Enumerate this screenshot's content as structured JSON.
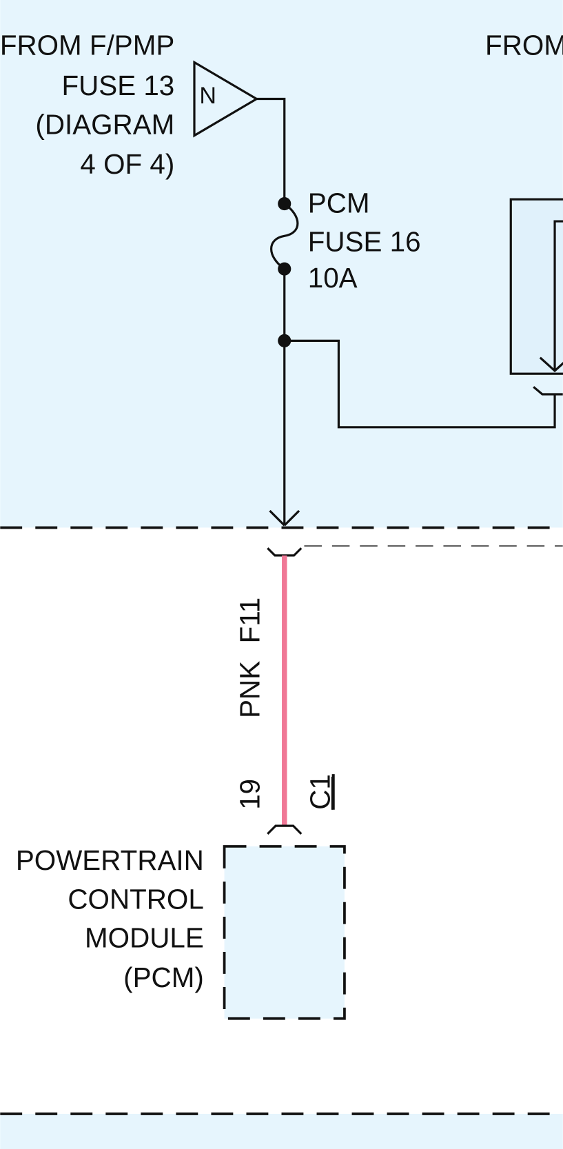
{
  "source": {
    "lines": [
      "FROM F/PMP",
      "FUSE 13",
      "(DIAGRAM",
      "4 OF 4)"
    ],
    "connector_letter": "N"
  },
  "right_source": {
    "label": "FROM"
  },
  "fuse": {
    "lines": [
      "PCM",
      "FUSE 16",
      "10A"
    ]
  },
  "wire": {
    "color_code": "PNK",
    "circuit": "F11",
    "color": "#f07896"
  },
  "pin": {
    "number": "19",
    "connector": "C1"
  },
  "module": {
    "lines": [
      "POWERTRAIN",
      "CONTROL",
      "MODULE",
      "(PCM)"
    ]
  },
  "colors": {
    "zone_bg": "#e6f5fd",
    "wire_pink": "#f07896"
  }
}
